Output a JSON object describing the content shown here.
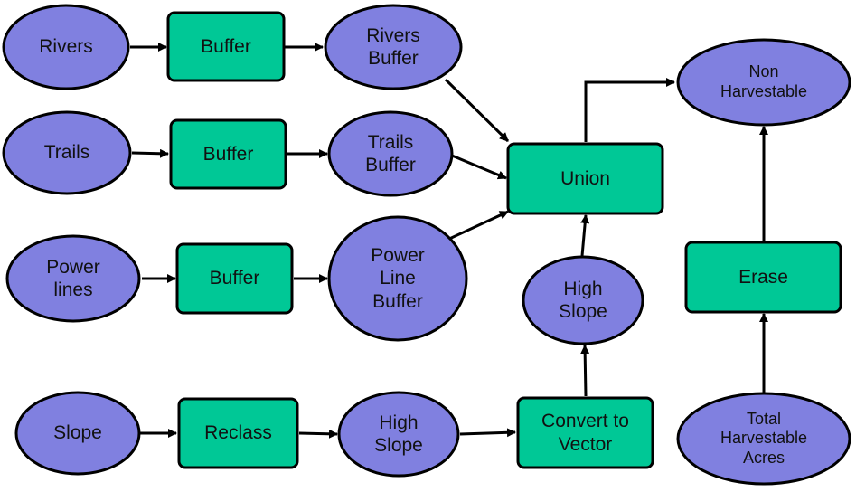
{
  "diagram": {
    "colors": {
      "data_fill": "#8080e0",
      "process_fill": "#00c896",
      "stroke": "#000000",
      "arrow": "#000000"
    },
    "nodes": {
      "rivers": "Rivers",
      "buffer_rivers": "Buffer",
      "rivers_buffer": "Rivers\nBuffer",
      "trails": "Trails",
      "buffer_trails": "Buffer",
      "trails_buffer": "Trails\nBuffer",
      "power_lines": "Power\nlines",
      "buffer_power": "Buffer",
      "power_line_buffer": "Power\nLine\nBuffer",
      "slope": "Slope",
      "reclass": "Reclass",
      "high_slope_raster": "High\nSlope",
      "convert_to_vector": "Convert to\nVector",
      "high_slope_vector": "High\nSlope",
      "union": "Union",
      "non_harvestable": "Non\nHarvestable",
      "erase": "Erase",
      "total_harvestable_acres": "Total\nHarvestable\nAcres"
    }
  }
}
